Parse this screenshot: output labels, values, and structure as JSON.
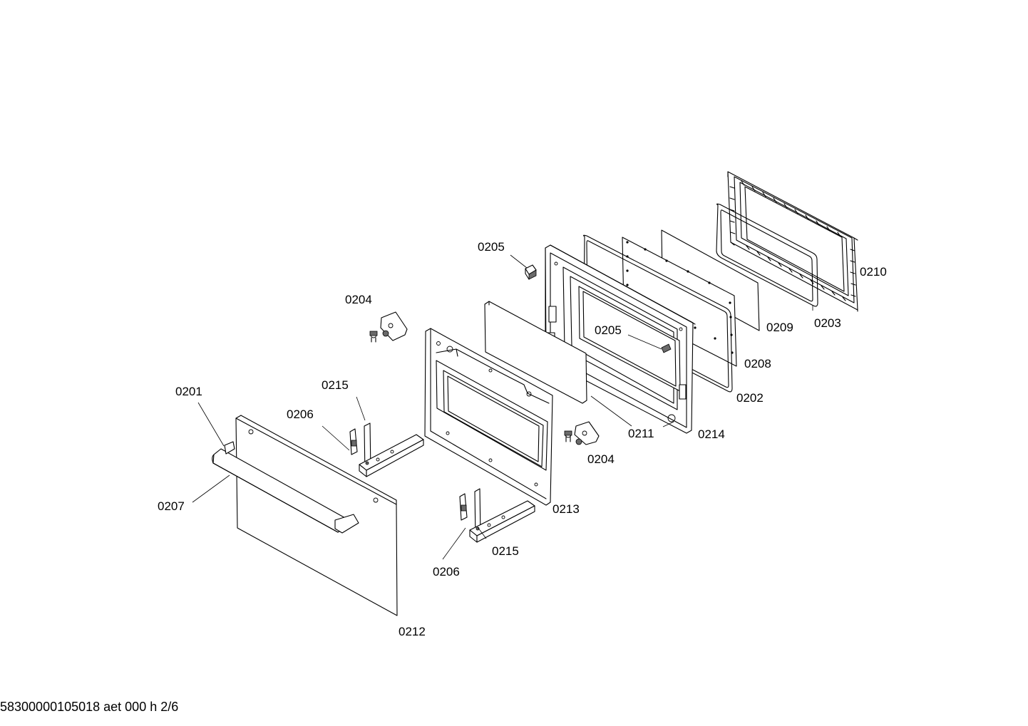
{
  "diagram": {
    "callouts": [
      {
        "id": "c-0205-top",
        "text": "0205"
      },
      {
        "id": "c-0204-top",
        "text": "0204"
      },
      {
        "id": "c-0205-mid",
        "text": "0205"
      },
      {
        "id": "c-0210",
        "text": "0210"
      },
      {
        "id": "c-0209",
        "text": "0209"
      },
      {
        "id": "c-0203",
        "text": "0203"
      },
      {
        "id": "c-0208",
        "text": "0208"
      },
      {
        "id": "c-0202",
        "text": "0202"
      },
      {
        "id": "c-0211",
        "text": "0211"
      },
      {
        "id": "c-0214",
        "text": "0214"
      },
      {
        "id": "c-0204-bot",
        "text": "0204"
      },
      {
        "id": "c-0201",
        "text": "0201"
      },
      {
        "id": "c-0215-top",
        "text": "0215"
      },
      {
        "id": "c-0206-top",
        "text": "0206"
      },
      {
        "id": "c-0207",
        "text": "0207"
      },
      {
        "id": "c-0213",
        "text": "0213"
      },
      {
        "id": "c-0215-bot",
        "text": "0215"
      },
      {
        "id": "c-0206-bot",
        "text": "0206"
      },
      {
        "id": "c-0212",
        "text": "0212"
      }
    ],
    "footer": "58300000105018 aet 000 h 2/6"
  }
}
